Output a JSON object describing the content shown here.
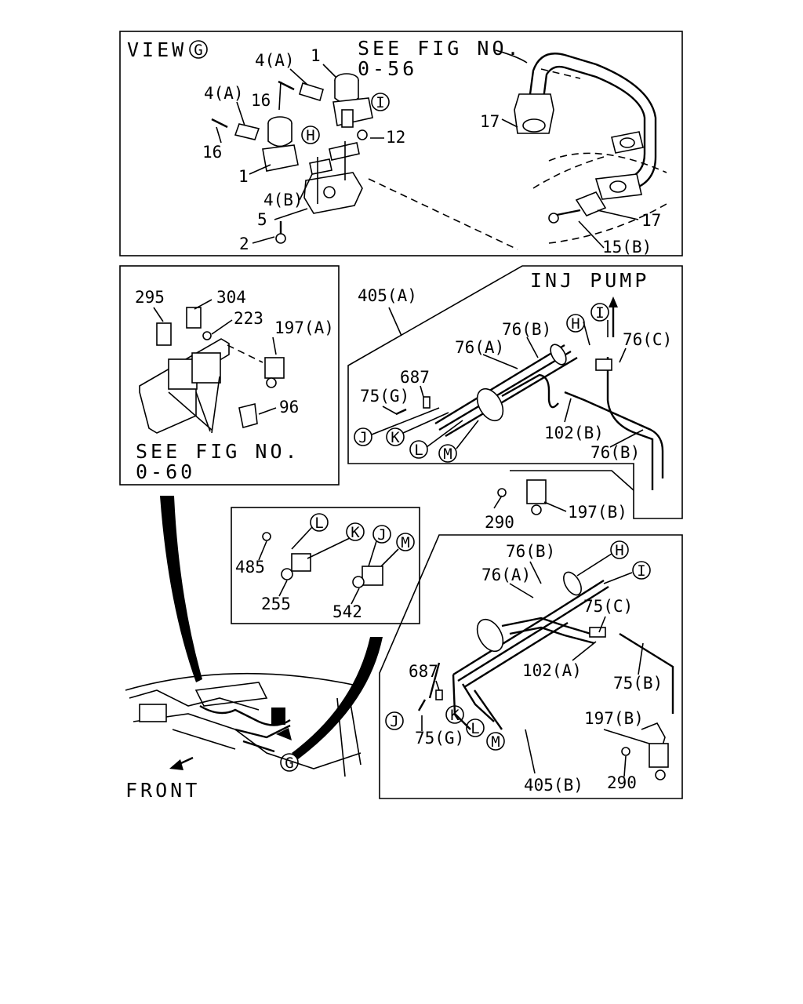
{
  "panels": {
    "view_g": {
      "view_label": "VIEW",
      "view_callout": "G",
      "see_fig": "SEE FIG NO.",
      "see_fig_num": "0-56",
      "labels": {
        "l1_top": "1",
        "l4a_top": "4(A)",
        "l4a_left": "4(A)",
        "l16_top": "16",
        "l16_left": "16",
        "l1_left": "1",
        "l4b": "4(B)",
        "l5": "5",
        "l2": "2",
        "l12": "12",
        "l17_top": "17",
        "l17_right": "17",
        "l15b": "15(B)"
      },
      "callouts": {
        "h": "H",
        "i": "I"
      }
    },
    "relay": {
      "labels": {
        "l295": "295",
        "l304": "304",
        "l223": "223",
        "l197a": "197(A)",
        "l96": "96"
      },
      "see_fig": "SEE FIG NO.",
      "see_fig_num": "0-60"
    },
    "inj_pump": {
      "title": "INJ PUMP",
      "labels": {
        "l405a": "405(A)",
        "l76b": "76(B)",
        "l76a": "76(A)",
        "l76c": "76(C)",
        "l687": "687",
        "l75g": "75(G)",
        "l102b": "102(B)",
        "l76b_low": "76(B)",
        "l290": "290",
        "l197b": "197(B)"
      },
      "callouts": {
        "h": "H",
        "i": "I",
        "j": "J",
        "k": "K",
        "l": "L",
        "m": "M"
      }
    },
    "valves": {
      "labels": {
        "l485": "485",
        "l255": "255",
        "l542": "542"
      },
      "callouts": {
        "l": "L",
        "k": "K",
        "j": "J",
        "m": "M"
      }
    },
    "lower": {
      "labels": {
        "l76b": "76(B)",
        "l76a": "76(A)",
        "l75c": "75(C)",
        "l687": "687",
        "l102a": "102(A)",
        "l75b": "75(B)",
        "l75g": "75(G)",
        "l197b": "197(B)",
        "l290": "290",
        "l405b": "405(B)"
      },
      "callouts": {
        "h": "H",
        "i": "I",
        "j": "J",
        "k": "K",
        "l": "L",
        "m": "M"
      }
    },
    "engine": {
      "front_label": "FRONT",
      "callout": "G"
    }
  }
}
